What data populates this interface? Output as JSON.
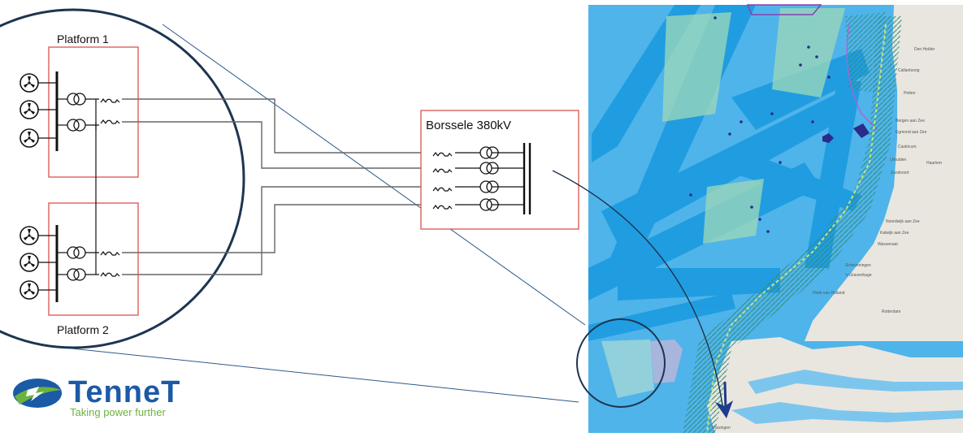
{
  "diagram": {
    "platform_1_label": "Platform 1",
    "platform_2_label": "Platform 2",
    "substation_label": "Borssele 380kV"
  },
  "logo": {
    "wordmark": "TenneT",
    "tagline": "Taking power further"
  },
  "map": {
    "place_labels": [
      "Den Helder",
      "Callantsoog",
      "Petten",
      "Bergen aan Zee",
      "Egmond aan Zee",
      "Castricum",
      "IJmuiden",
      "Haarlem",
      "Zandvoort",
      "Noordwijk aan Zee",
      "Katwijk aan Zee",
      "Wassenaar",
      "Scheveningen",
      "'s-Gravenhage",
      "Hoek van Holland",
      "Rotterdam",
      "Vlissingen"
    ]
  },
  "colors": {
    "sea": "#4fb4ea",
    "shipping_lanes": "#1b9be0",
    "land": "#e9e6df",
    "platform_box": "#d9534f",
    "connector": "#2c5a8c",
    "logo_blue": "#1b5aa6",
    "logo_green": "#6bb33e"
  }
}
